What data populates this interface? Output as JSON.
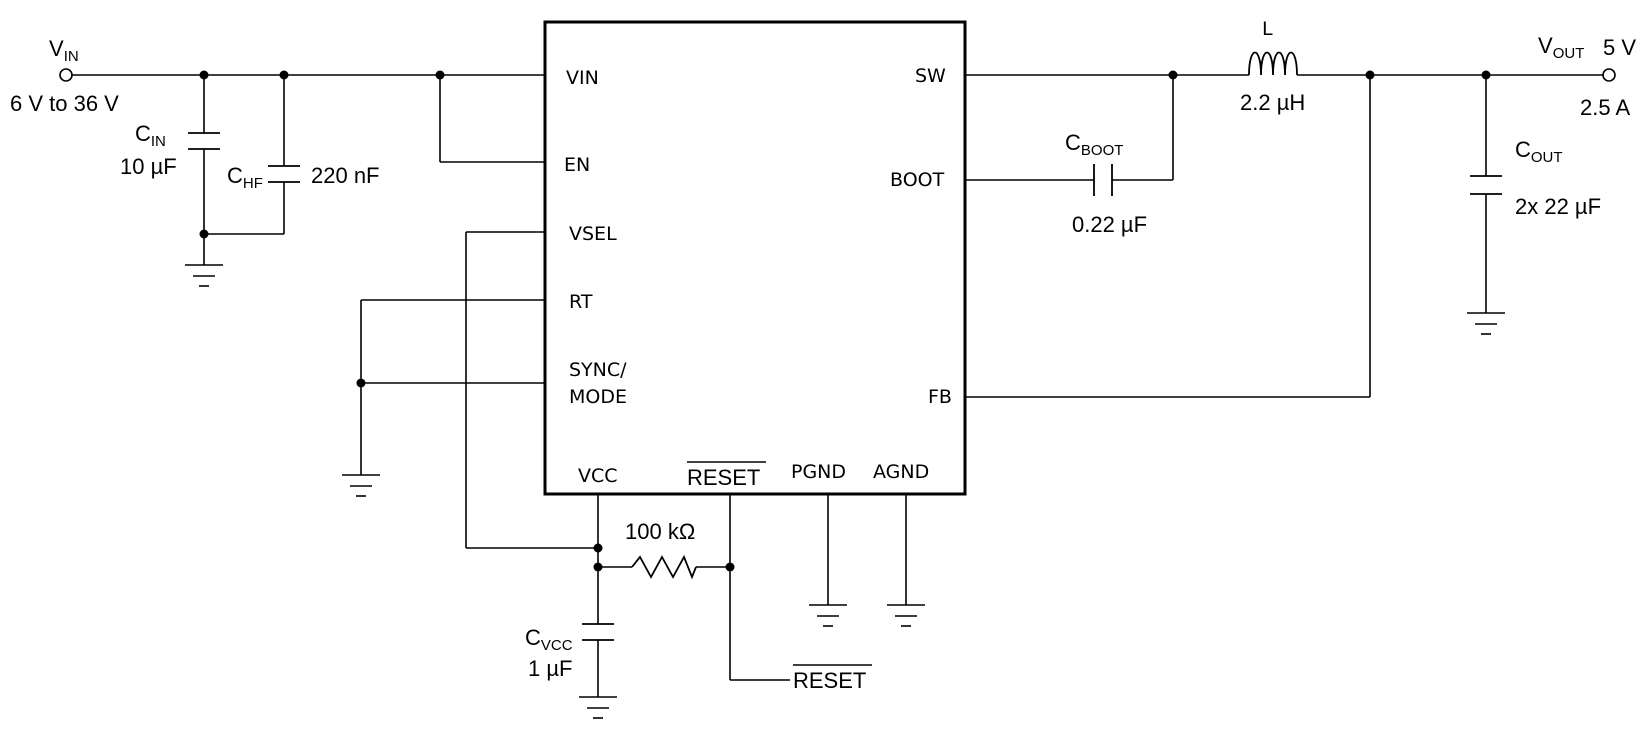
{
  "chip": {
    "pins": {
      "vin": "VIN",
      "en": "EN",
      "vsel": "VSEL",
      "rt": "RT",
      "sync_line1": "SYNC/",
      "sync_line2": "MODE",
      "sw": "SW",
      "boot": "BOOT",
      "fb": "FB",
      "vcc": "VCC",
      "reset": "RESET",
      "pgnd": "PGND",
      "agnd": "AGND"
    }
  },
  "input": {
    "name": "V",
    "sub": "IN",
    "range": "6 V to 36 V"
  },
  "output": {
    "name": "V",
    "sub": "OUT",
    "voltage": "5 V",
    "current": "2.5 A"
  },
  "components": {
    "cin": {
      "name": "C",
      "sub": "IN",
      "value": "10 µF"
    },
    "chf": {
      "name": "C",
      "sub": "HF",
      "value": "220 nF"
    },
    "cboot": {
      "name": "C",
      "sub": "BOOT",
      "value": "0.22 µF"
    },
    "inductor": {
      "name": "L",
      "value": "2.2 µH"
    },
    "cout": {
      "name": "C",
      "sub": "OUT",
      "value": "2x 22 µF"
    },
    "resistor": {
      "value": "100 kΩ"
    },
    "cvcc": {
      "name": "C",
      "sub": "VCC",
      "value": "1 µF"
    }
  },
  "reset_output": {
    "label": "RESET"
  }
}
